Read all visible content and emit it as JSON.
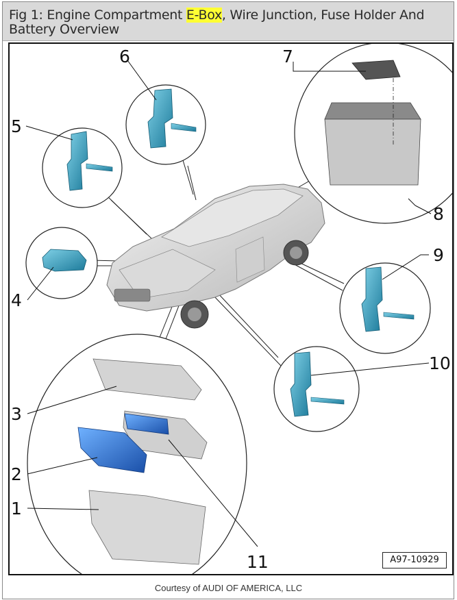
{
  "title": {
    "prefix": "Fig 1: Engine Compartment ",
    "highlight": "E-Box",
    "suffix": ", Wire Junction, Fuse Holder And Battery Overview",
    "highlight_color": "#ffff33"
  },
  "callouts": [
    "1",
    "2",
    "3",
    "4",
    "5",
    "6",
    "7",
    "8",
    "9",
    "10",
    "11"
  ],
  "figure_id": "A97-10929",
  "credit": "Courtesy of AUDI OF AMERICA, LLC",
  "colors": {
    "component_blue": "#3a7fd6",
    "car_gray": "#d6d6d6",
    "header_bg": "#d9d9d9"
  }
}
